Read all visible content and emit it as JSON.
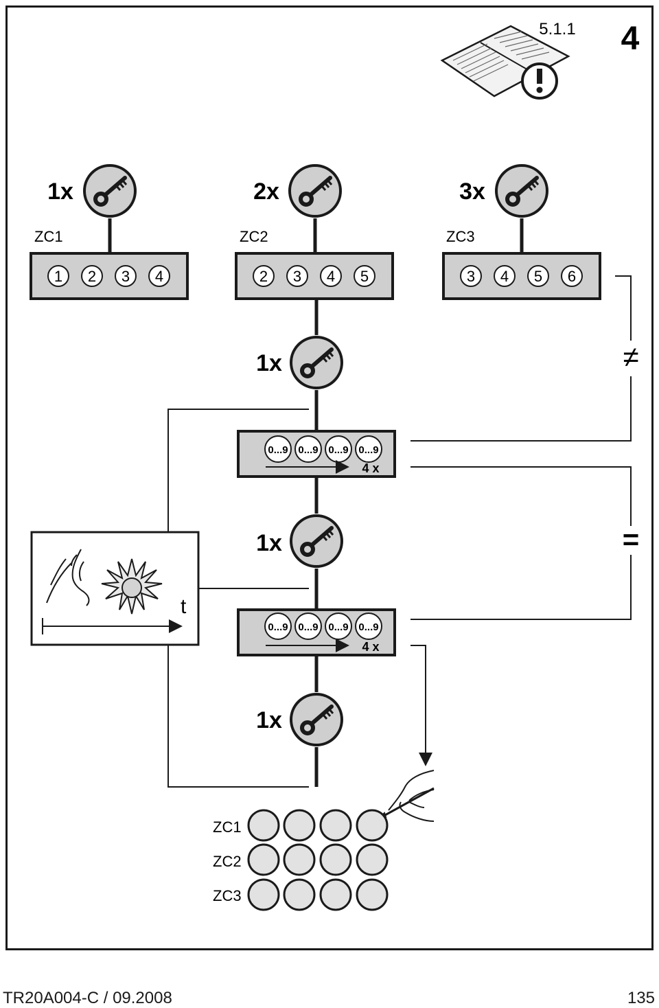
{
  "header": {
    "section": "5.1.1",
    "page_badge": "4"
  },
  "steps": {
    "zc1": {
      "count": "1x",
      "label": "ZC1",
      "digits": [
        "1",
        "2",
        "3",
        "4"
      ]
    },
    "zc2": {
      "count": "2x",
      "label": "ZC2",
      "digits": [
        "2",
        "3",
        "4",
        "5"
      ]
    },
    "zc3": {
      "count": "3x",
      "label": "ZC3",
      "digits": [
        "3",
        "4",
        "5",
        "6"
      ]
    }
  },
  "sequence": {
    "press1": "1x",
    "press2": "1x",
    "press3": "1x",
    "entry_cells": [
      "0...9",
      "0...9",
      "0...9",
      "0...9"
    ],
    "entry_repeat": "4 x",
    "not_equal": "≠",
    "equal": "=",
    "timer_label": "t"
  },
  "record": {
    "rows": [
      "ZC1",
      "ZC2",
      "ZC3"
    ],
    "columns": 4
  },
  "icons": [
    "book-icon",
    "warning-icon",
    "key-icon",
    "person-speaking-icon",
    "flashing-light-icon",
    "hand-writing-icon"
  ],
  "footer": {
    "doc_code": "TR20A004-C / 09.2008",
    "page_number": "135"
  }
}
